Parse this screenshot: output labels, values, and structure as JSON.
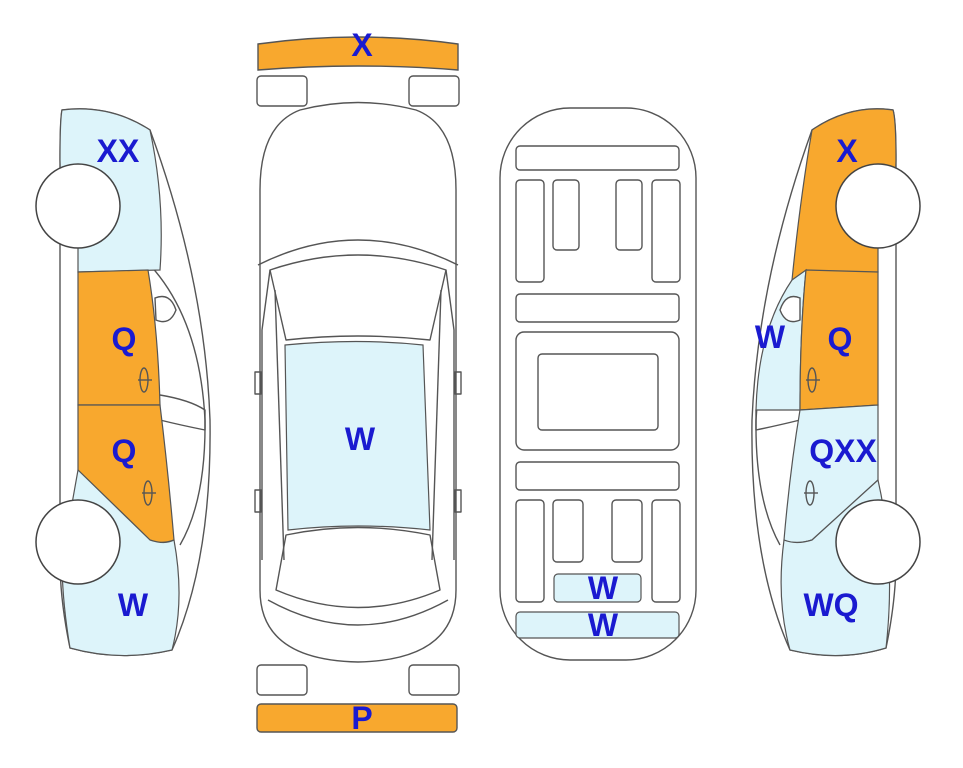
{
  "colors": {
    "orange": "#f8a82e",
    "light_blue": "#ddf4fa",
    "label_blue": "#1a1ad0",
    "outline": "#555555"
  },
  "labels": {
    "front_bumper": "X",
    "rear_bumper": "P",
    "top_roof": "W",
    "left_front": "XX",
    "left_front_door": "Q",
    "left_rear_door": "Q",
    "left_rear": "W",
    "right_front": "X",
    "right_mirror_side": "W",
    "right_front_door": "Q",
    "right_rear_door": "QXX",
    "right_rear": "WQ",
    "bottom_rear_upper": "W",
    "bottom_rear_lower": "W"
  }
}
